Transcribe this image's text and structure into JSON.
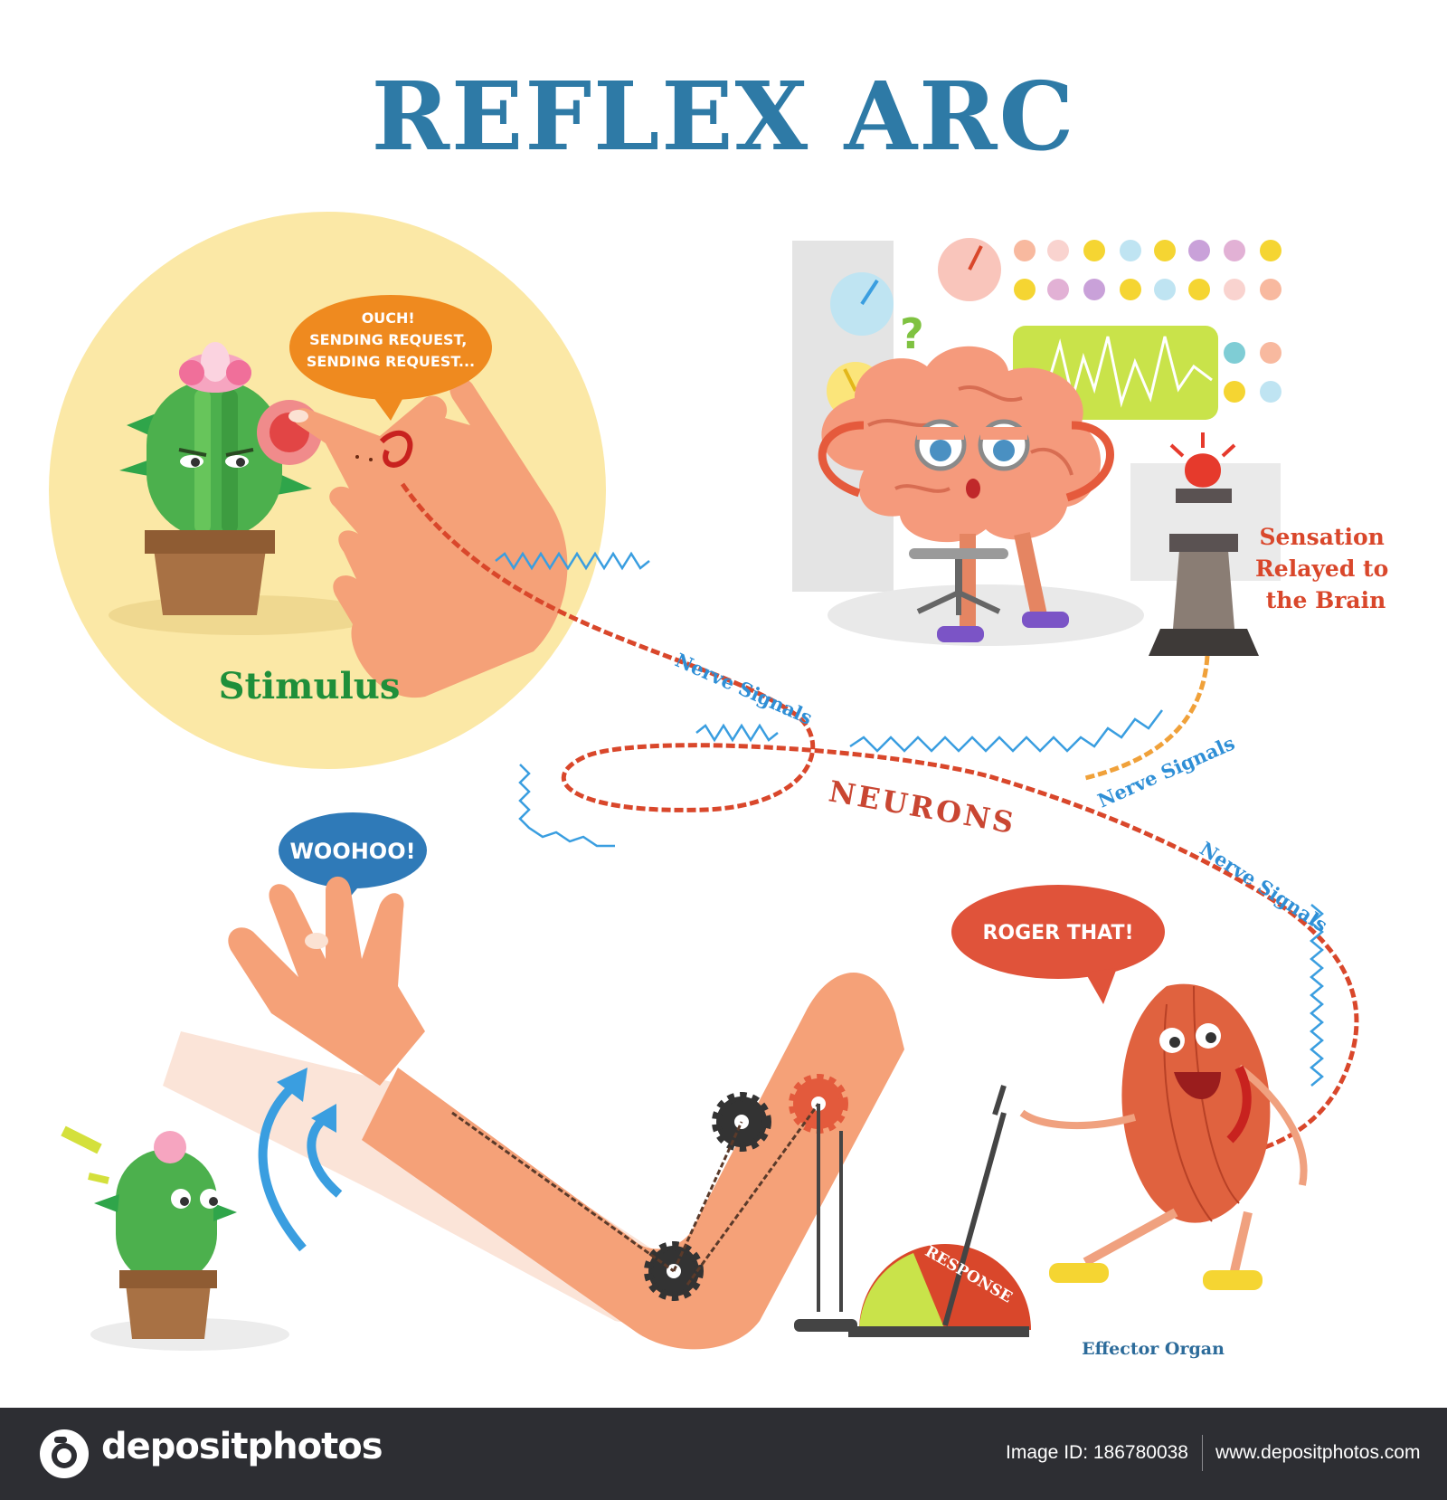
{
  "title": "REFLEX ARC",
  "stimulus_panel": {
    "label": "Stimulus",
    "speech_lines": [
      "OUCH!",
      "SENDING REQUEST,",
      "SENDING REQUEST..."
    ]
  },
  "brain_panel": {
    "label_lines": [
      "Sensation",
      "Relayed to",
      "the Brain"
    ]
  },
  "signals": {
    "nerve_signals_1": "Nerve Signals",
    "nerve_signals_2": "Nerve Signals",
    "nerve_signals_3": "Nerve Signals",
    "neurons": "NEURONS"
  },
  "response_panel": {
    "arm_speech": "WOOHOO!",
    "muscle_speech": "ROGER THAT!",
    "lever_label": "RESPONSE",
    "effector_label": "Effector Organ"
  },
  "footer": {
    "brand": "depositphotos",
    "image_id": "Image ID: 186780038",
    "site": "www.depositphotos.com"
  },
  "colors": {
    "title": "#2e7aa6",
    "stimulus_circle": "#fbe8a6",
    "nerve": "#d9472b",
    "signal_wave": "#3a9ee0",
    "footer_bg": "#2d2e33"
  }
}
